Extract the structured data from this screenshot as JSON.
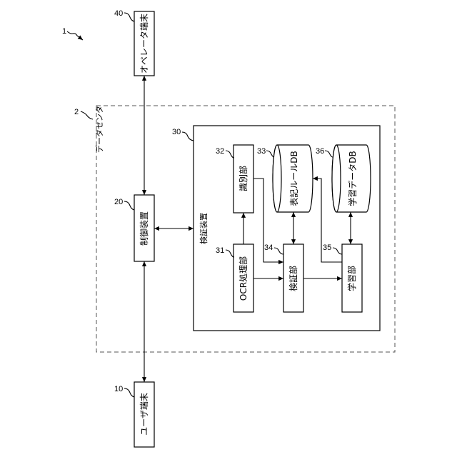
{
  "figure_ref": "1",
  "data_center": {
    "ref": "2",
    "label": "データセンタ"
  },
  "operator_terminal": {
    "ref": "40",
    "label": "オペレータ端末"
  },
  "control_device": {
    "ref": "20",
    "label": "制御装置"
  },
  "user_terminal": {
    "ref": "10",
    "label": "ユーザ端末"
  },
  "verification_device": {
    "ref": "30",
    "label": "検証装置"
  },
  "identification_unit": {
    "ref": "32",
    "label": "識別部"
  },
  "notation_rule_db": {
    "ref": "33",
    "label": "表記ルールDB"
  },
  "learning_data_db": {
    "ref": "36",
    "label": "学習データDB"
  },
  "ocr_unit": {
    "ref": "31",
    "label": "OCR処理部"
  },
  "verification_unit": {
    "ref": "34",
    "label": "検証部"
  },
  "learning_unit": {
    "ref": "35",
    "label": "学習部"
  }
}
